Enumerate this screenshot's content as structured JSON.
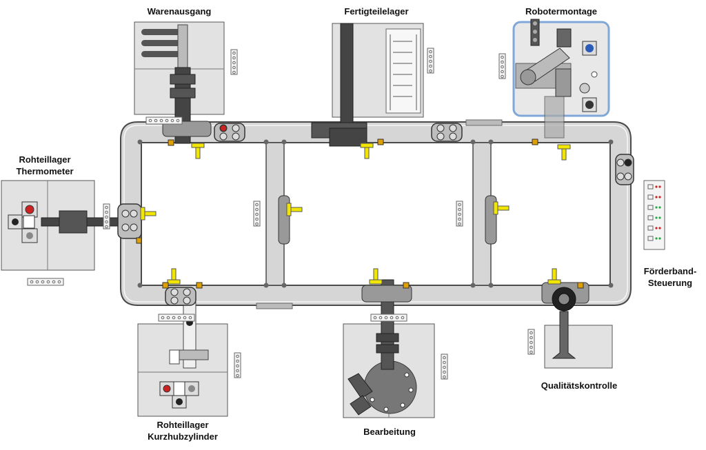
{
  "stations": {
    "warenausgang": {
      "label": "Warenausgang"
    },
    "fertigteilelager": {
      "label": "Fertigteilelager"
    },
    "robotermontage": {
      "label": "Robotermontage"
    },
    "rohteillager_thermometer": {
      "line1": "Rohteillager",
      "line2": "Thermometer"
    },
    "foerderband_steuerung": {
      "line1": "Förderband-",
      "line2": "Steuerung"
    },
    "qualitaetskontrolle": {
      "label": "Qualitätskontrolle"
    },
    "rohteillager_kurzhubzylinder": {
      "line1": "Rohteillager",
      "line2": "Kurzhubzylinder"
    },
    "bearbeitung": {
      "label": "Bearbeitung"
    }
  },
  "colors": {
    "belt": "#d6d6d6",
    "belt_outline": "#4a4a4a",
    "station_box": "#e2e2e2",
    "arm_dark": "#444444",
    "sensor_yellow": "#f2e600",
    "robot_highlight": "#7fa8d8",
    "led_red": "#cc2222",
    "led_green": "#22aa44"
  }
}
